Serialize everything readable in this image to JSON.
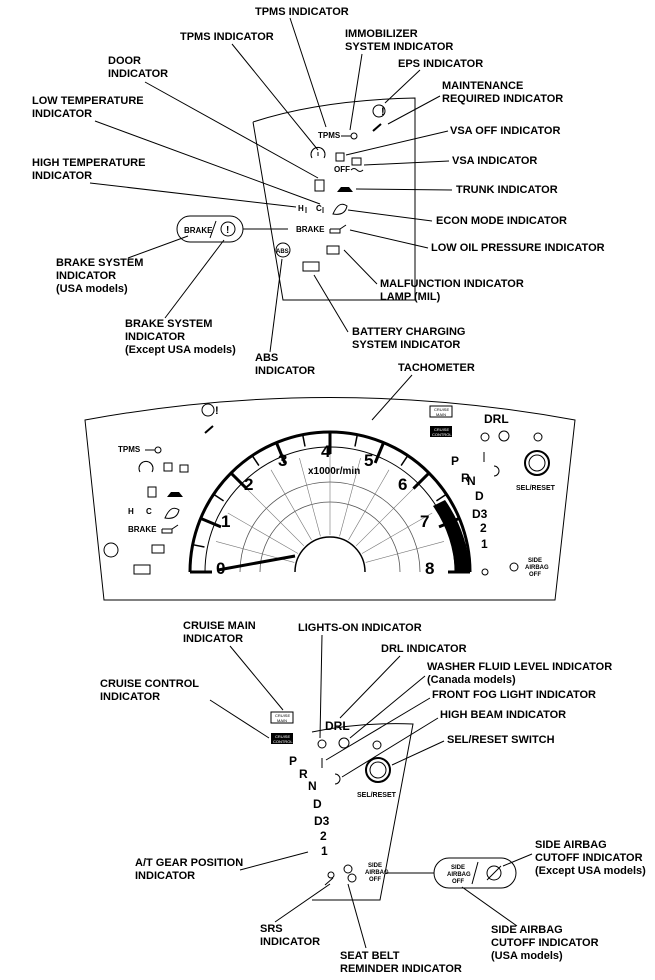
{
  "labels": {
    "tpms_top": "TPMS INDICATOR",
    "tpms": "TPMS INDICATOR",
    "immobilizer": [
      "IMMOBILIZER",
      "SYSTEM INDICATOR"
    ],
    "eps": "EPS INDICATOR",
    "maintenance": [
      "MAINTENANCE",
      "REQUIRED INDICATOR"
    ],
    "door": [
      "DOOR",
      "INDICATOR"
    ],
    "low_temp": [
      "LOW TEMPERATURE",
      "INDICATOR"
    ],
    "vsa_off": "VSA OFF INDICATOR",
    "vsa": "VSA INDICATOR",
    "high_temp": [
      "HIGH TEMPERATURE",
      "INDICATOR"
    ],
    "trunk": "TRUNK INDICATOR",
    "econ": "ECON MODE INDICATOR",
    "low_oil": "LOW OIL PRESSURE INDICATOR",
    "brake_usa": [
      "BRAKE SYSTEM",
      "INDICATOR",
      "(USA models)"
    ],
    "mil": [
      "MALFUNCTION INDICATOR",
      "LAMP  (MIL)"
    ],
    "brake_except": [
      "BRAKE SYSTEM",
      "INDICATOR",
      "(Except USA models)"
    ],
    "battery": [
      "BATTERY CHARGING",
      "SYSTEM INDICATOR"
    ],
    "abs": [
      "ABS",
      "INDICATOR"
    ],
    "tachometer": "TACHOMETER",
    "cruise_main": [
      "CRUISE MAIN",
      "INDICATOR"
    ],
    "lights_on": "LIGHTS-ON INDICATOR",
    "drl": "DRL INDICATOR",
    "washer": [
      "WASHER FLUID LEVEL INDICATOR",
      "(Canada models)"
    ],
    "cruise_control": [
      "CRUISE CONTROL",
      "INDICATOR"
    ],
    "front_fog": "FRONT FOG LIGHT INDICATOR",
    "high_beam": "HIGH BEAM INDICATOR",
    "sel_reset_switch": "SEL/RESET SWITCH",
    "side_airbag_except": [
      "SIDE AIRBAG",
      "CUTOFF INDICATOR",
      "(Except USA models)"
    ],
    "at_gear": [
      "A/T GEAR POSITION",
      "INDICATOR"
    ],
    "srs": [
      "SRS",
      "INDICATOR"
    ],
    "side_airbag_usa": [
      "SIDE AIRBAG",
      "CUTOFF INDICATOR",
      "(USA models)"
    ],
    "seat_belt": [
      "SEAT BELT",
      "REMINDER INDICATOR"
    ]
  },
  "panel_text": {
    "tpms": "TPMS",
    "brake": "BRAKE",
    "h": "H",
    "c": "C",
    "off": "OFF",
    "drl": "DRL",
    "cruise_main": [
      "CRUISE",
      "MAIN"
    ],
    "cruise_control": [
      "CRUISE",
      "CONTROL"
    ],
    "sel_reset": "SEL/RESET",
    "side_airbag_off": [
      "SIDE",
      "AIRBAG",
      "OFF"
    ],
    "gears": [
      "P",
      "R",
      "N",
      "D",
      "D3",
      "2",
      "1"
    ],
    "abs": "ABS"
  },
  "tach": {
    "numbers": [
      "0",
      "1",
      "2",
      "3",
      "4",
      "5",
      "6",
      "7",
      "8"
    ],
    "unit": "x1000r/min"
  },
  "icons": [
    "tpms-icon",
    "key-icon",
    "power-steering-icon",
    "wrench-icon",
    "door-icon",
    "car-skid-icon",
    "temperature-icon",
    "trunk-icon",
    "econ-leaf-icon",
    "oil-can-icon",
    "engine-icon",
    "battery-icon",
    "abs-icon",
    "brake-icon",
    "headlight-icon",
    "fog-light-icon",
    "washer-icon",
    "high-beam-icon",
    "airbag-icon",
    "seatbelt-icon"
  ],
  "colors": {
    "line": "#000000",
    "background": "#ffffff"
  }
}
